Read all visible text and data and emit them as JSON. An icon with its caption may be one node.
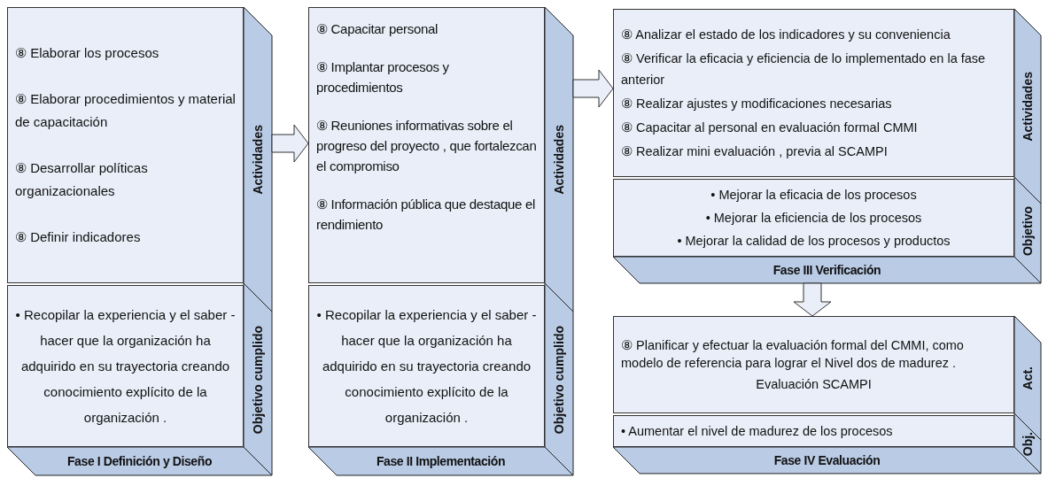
{
  "diagram": {
    "nodes": [
      {
        "text": [
          "Fase I Definición y Diseño"
        ]
      },
      {
        "text": [
          "⑧ Elaborar los procesos",
          "⑧ Elaborar procedimientos y material de capacitación",
          "⑧ Desarrollar políticas organizacionales",
          "⑧ Definir indicadores"
        ],
        "in": 0,
        "beside": [
          "Actividades"
        ]
      },
      {
        "text": [
          "• Recopilar la experiencia y el saber -hacer que la organización ha adquirido en su trayectoria creando conocimiento explícito de la organización ."
        ],
        "in": 0,
        "beside": [
          "Objetivo cumplido"
        ]
      },
      {
        "text": [
          "Fase II Implementación"
        ]
      },
      {
        "text": [
          "⑧ Capacitar personal",
          "⑧ Implantar procesos y procedimientos",
          "⑧ Reuniones informativas sobre el progreso del proyecto , que fortalezcan el compromiso",
          "⑧ Información pública que destaque el rendimiento"
        ],
        "in": 3,
        "beside": [
          "Actividades"
        ]
      },
      {
        "text": [
          "• Recopilar la experiencia y el saber -hacer que la organización ha adquirido en su trayectoria creando conocimiento explícito de la organización ."
        ],
        "in": 3,
        "beside": [
          "Objetivo cumplido"
        ]
      },
      {
        "text": [
          "Fase III Verificación"
        ]
      },
      {
        "text": [
          "⑧ Analizar el estado de los indicadores y su conveniencia",
          "⑧ Verificar la eficacia y eficiencia de lo implementado en la fase anterior",
          "⑧ Realizar ajustes y modificaciones necesarias",
          "⑧ Capacitar al personal en evaluación formal CMMI",
          "⑧ Realizar mini evaluación , previa al SCAMPI"
        ],
        "in": 6,
        "beside": [
          "Actividades"
        ]
      },
      {
        "text": [
          "• Mejorar la eficacia de los procesos",
          "• Mejorar la eficiencia de los procesos",
          "• Mejorar la calidad de los procesos y productos"
        ],
        "in": 6,
        "beside": [
          "Objetivo"
        ]
      },
      {
        "text": [
          "Fase IV Evaluación"
        ]
      },
      {
        "text": [
          "⑧ Planificar y efectuar la evaluación formal del CMMI, como modelo de referencia para lograr el Nivel dos de madurez .",
          "Evaluación SCAMPI"
        ],
        "in": 9,
        "beside": [
          "Act."
        ]
      },
      {
        "text": [
          "• Aumentar el nivel de madurez de los procesos"
        ],
        "in": 9,
        "beside": [
          "Obj."
        ]
      }
    ],
    "edges": [
      {
        "from": 0,
        "to": 3,
        "arrow": "to"
      },
      {
        "from": 3,
        "to": 6,
        "arrow": "to"
      },
      {
        "from": 6,
        "to": 9,
        "arrow": "to"
      }
    ]
  }
}
